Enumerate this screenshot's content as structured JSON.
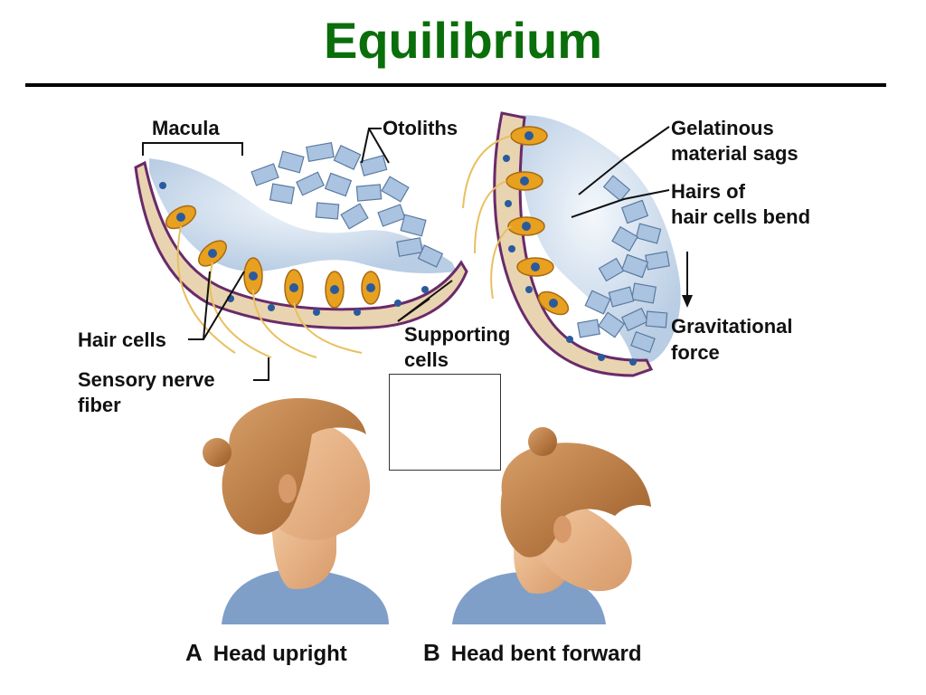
{
  "title": "Equilibrium",
  "labels": {
    "macula": "Macula",
    "otoliths": "Otoliths",
    "gelatinous_1": "Gelatinous",
    "gelatinous_2": "material sags",
    "hairs_1": "Hairs of",
    "hairs_2": "hair cells bend",
    "gravitational_1": "Gravitational",
    "gravitational_2": "force",
    "hair_cells": "Hair cells",
    "supporting_1": "Supporting",
    "supporting_2": "cells",
    "sensory_1": "Sensory nerve",
    "sensory_2": "fiber"
  },
  "captions": {
    "a_letter": "A",
    "a_text": "Head upright",
    "b_letter": "B",
    "b_text": "Head bent forward"
  },
  "colors": {
    "title": "#0a6e0a",
    "hair_cell": "#e8a020",
    "otolith": "#a9c3e0",
    "nucleus": "#2a5a9e",
    "skin": "#e9b58a",
    "hair": "#b8753a",
    "shirt": "#7f9fc8"
  }
}
